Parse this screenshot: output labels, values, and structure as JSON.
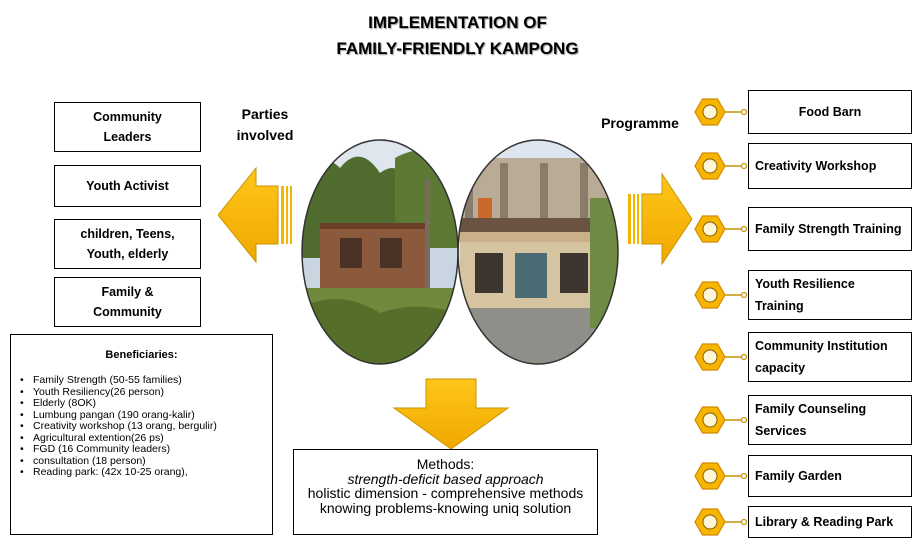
{
  "title": {
    "line1": "IMPLEMENTATION OF",
    "line2": "FAMILY-FRIENDLY KAMPONG"
  },
  "parties_label": {
    "line1": "Parties",
    "line2": "involved"
  },
  "programme_label": "Programme",
  "parties": [
    {
      "line1": "Community",
      "line2": "Leaders"
    },
    {
      "line1": "Youth Activist",
      "line2": ""
    },
    {
      "line1": "children, Teens,",
      "line2": "Youth, elderly"
    },
    {
      "line1": "Family &",
      "line2": "Community"
    }
  ],
  "beneficiaries": {
    "title": "Beneficiaries:",
    "items": [
      "Family Strength (50-55 families)",
      "Youth Resiliency(26 person)",
      "Elderly (8OK)",
      "Lumbung pangan (190 orang-kalir)",
      "Creativity workshop (13 orang, bergulir)",
      "Agricultural extention(26 ps)",
      "FGD (16 Community leaders)",
      "consultation (18 person)",
      "Reading park: (42x 10-25 orang),"
    ]
  },
  "methods": {
    "line1": "Methods:",
    "line2": "strength-deficit based approach",
    "line3": "holistic dimension - comprehensive methods",
    "line4": "knowing problems-knowing uniq solution"
  },
  "programmes": [
    {
      "line1": "Food Barn",
      "line2": "",
      "icon": "storage-icon"
    },
    {
      "line1": "Creativity Workshop",
      "line2": "",
      "icon": "hand-icon"
    },
    {
      "line1": "Family Strength Training",
      "line2": "",
      "icon": "group-icon"
    },
    {
      "line1": "Youth Resilience",
      "line2": "Training",
      "icon": "lightbulb-icon"
    },
    {
      "line1": "Community Institution",
      "line2": "capacity",
      "icon": "storage-icon"
    },
    {
      "line1": "Family Counseling",
      "line2": "Services",
      "icon": "hand-icon"
    },
    {
      "line1": "Family Garden",
      "line2": "",
      "icon": "group-icon"
    },
    {
      "line1": "Library & Reading Park",
      "line2": "",
      "icon": "lightbulb-icon"
    }
  ],
  "colors": {
    "arrow": "#f5b400",
    "arrow_edge": "#c99400",
    "hex_fill": "#f7b500",
    "hex_edge": "#d48a00"
  }
}
